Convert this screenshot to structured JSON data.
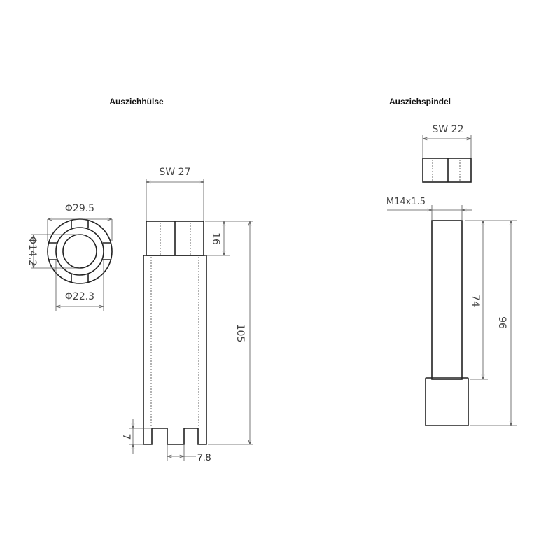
{
  "titles": {
    "left": "Ausziehhülse",
    "right": "Ausziehspindel"
  },
  "sleeve": {
    "outer_diameter": "Φ29.5",
    "inner_diameter": "Φ14.2",
    "mid_diameter": "Φ22.3",
    "wrench_size": "SW 27",
    "hex_height": "16",
    "total_length": "105",
    "notch_depth": "7",
    "notch_width": "7.8"
  },
  "spindle": {
    "wrench_size": "SW 22",
    "thread": "M14x1.5",
    "thread_length": "74",
    "total_length": "96"
  }
}
